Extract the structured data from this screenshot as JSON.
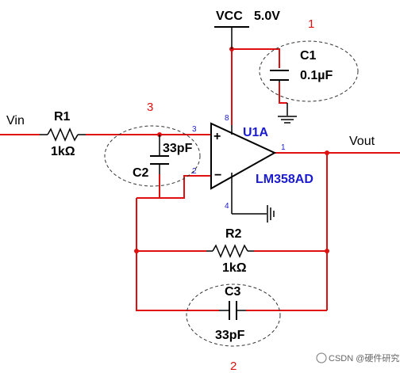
{
  "supply": {
    "name": "VCC",
    "voltage": "5.0V"
  },
  "input_label": "Vin",
  "output_label": "Vout",
  "components": {
    "r1": {
      "ref": "R1",
      "value": "1kΩ"
    },
    "r2": {
      "ref": "R2",
      "value": "1kΩ"
    },
    "c1": {
      "ref": "C1",
      "value": "0.1µF"
    },
    "c2": {
      "ref": "C2",
      "value": "33pF"
    },
    "c3": {
      "ref": "C3",
      "value": "33pF"
    },
    "u1": {
      "ref": "U1A",
      "part": "LM358AD"
    }
  },
  "pins": {
    "noninv": "3",
    "inv": "2",
    "vcc": "8",
    "gnd": "4",
    "out": "1"
  },
  "opamp_symbols": {
    "plus": "+",
    "minus": "−"
  },
  "markers": {
    "m1": "1",
    "m2": "2",
    "m3": "3"
  },
  "watermark": "CSDN @硬件研究院",
  "colors": {
    "wire": "#e01010",
    "component": "#000000",
    "designator": "#1a1ad0",
    "marker": "#e01010"
  }
}
